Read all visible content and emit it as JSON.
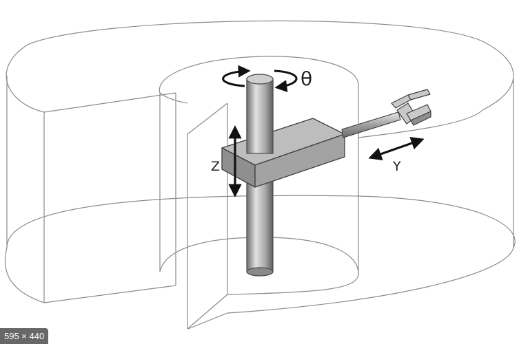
{
  "labels": {
    "theta": "θ",
    "z": "Z",
    "y": "Y"
  },
  "image_size_badge": "595 × 440",
  "colors": {
    "outline": "#7a7a7a",
    "metal_light": "#d6d6d6",
    "metal_mid": "#a9a9a9",
    "metal_dark": "#6e6e6e",
    "arrow": "#111111"
  }
}
